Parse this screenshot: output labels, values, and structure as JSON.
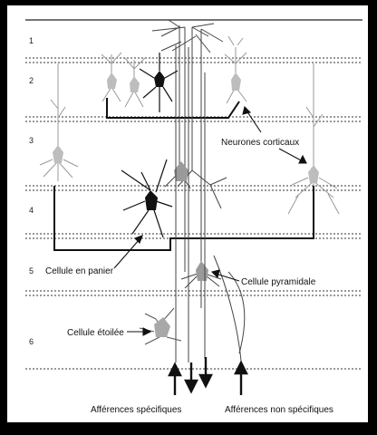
{
  "layers": [
    "1",
    "2",
    "3",
    "4",
    "5",
    "6"
  ],
  "labels": {
    "neurones": "Neurones corticaux",
    "panier": "Cellule en panier",
    "pyramidale": "Cellule pyramidale",
    "etoilee": "Cellule étoilée",
    "aff_specifiques": "Afférences spécifiques",
    "aff_non_specifiques": "Afférences non spécifiques"
  },
  "colors": {
    "background": "#ffffff",
    "frame": "#000000",
    "ink": "#111111",
    "faint_neuron": "#9a9a9a"
  }
}
